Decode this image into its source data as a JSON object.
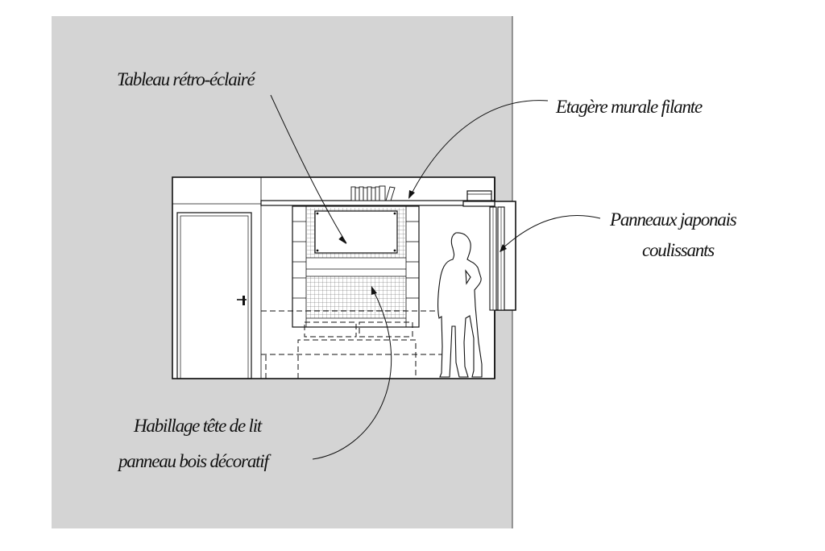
{
  "colors": {
    "wall": "#d4d4d4",
    "line": "#111111",
    "background": "#ffffff"
  },
  "labels": {
    "backlit_panel": "Tableau rétro-éclairé",
    "wall_shelf": "Etagère murale filante",
    "japanese_panels_line1": "Panneaux japonais",
    "japanese_panels_line2": "coulissants",
    "headboard_line1": "Habillage tête de lit",
    "headboard_line2": "panneau bois décoratif"
  }
}
